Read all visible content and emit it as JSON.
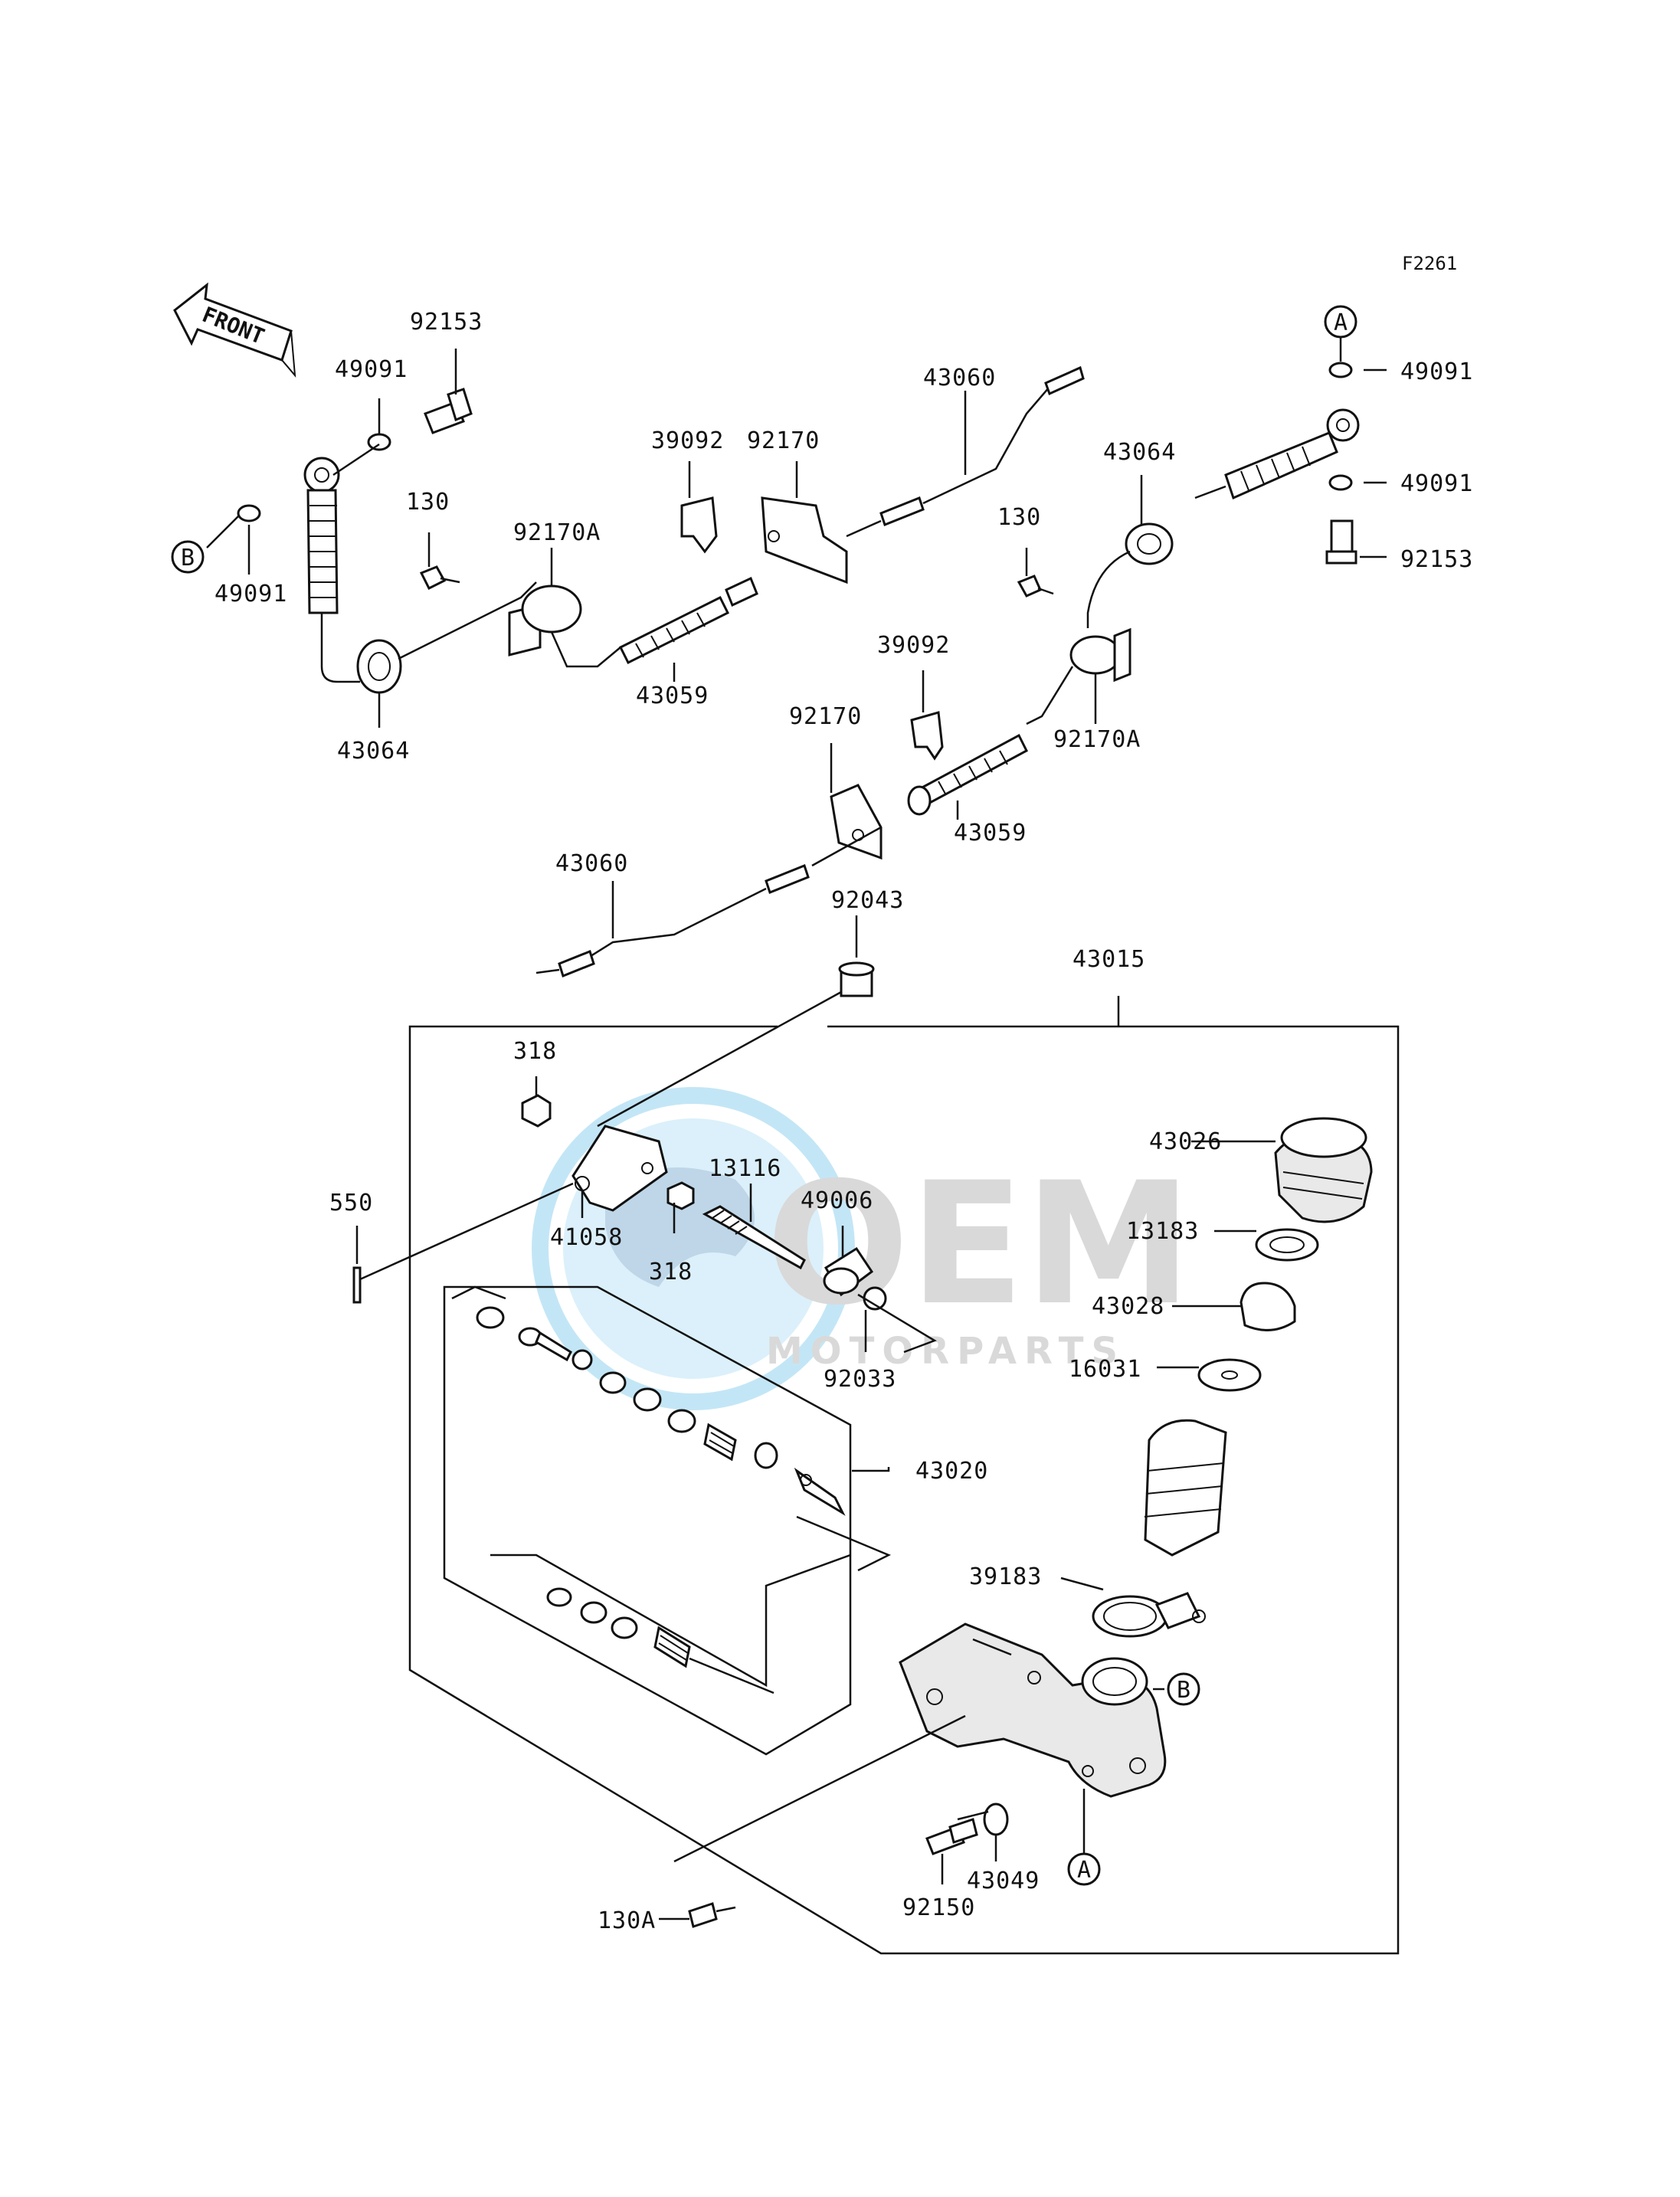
{
  "diagram": {
    "code": "F2261",
    "front_label": "FRONT",
    "markers": {
      "a": "A",
      "b": "B"
    },
    "watermark": {
      "brand": "OEM",
      "sub": "MOTORPARTS"
    }
  },
  "labels": [
    {
      "id": "92153-top-left",
      "text": "92153"
    },
    {
      "id": "49091-top-left",
      "text": "49091"
    },
    {
      "id": "49091-left",
      "text": "49091"
    },
    {
      "id": "130-left",
      "text": "130"
    },
    {
      "id": "92170a-left",
      "text": "92170A"
    },
    {
      "id": "43064-left",
      "text": "43064"
    },
    {
      "id": "43059-top",
      "text": "43059"
    },
    {
      "id": "39092-top",
      "text": "39092"
    },
    {
      "id": "92170-top",
      "text": "92170"
    },
    {
      "id": "43060-top",
      "text": "43060"
    },
    {
      "id": "43064-right",
      "text": "43064"
    },
    {
      "id": "130-right",
      "text": "130"
    },
    {
      "id": "49091-right-top",
      "text": "49091"
    },
    {
      "id": "49091-right-mid",
      "text": "49091"
    },
    {
      "id": "92153-right",
      "text": "92153"
    },
    {
      "id": "39092-mid",
      "text": "39092"
    },
    {
      "id": "92170-mid",
      "text": "92170"
    },
    {
      "id": "92170a-right",
      "text": "92170A"
    },
    {
      "id": "43059-mid",
      "text": "43059"
    },
    {
      "id": "43060-mid",
      "text": "43060"
    },
    {
      "id": "92043",
      "text": "92043"
    },
    {
      "id": "43015",
      "text": "43015"
    },
    {
      "id": "318-top",
      "text": "318"
    },
    {
      "id": "550",
      "text": "550"
    },
    {
      "id": "41058",
      "text": "41058"
    },
    {
      "id": "318-bottom",
      "text": "318"
    },
    {
      "id": "13116",
      "text": "13116"
    },
    {
      "id": "49006",
      "text": "49006"
    },
    {
      "id": "92033",
      "text": "92033"
    },
    {
      "id": "43026",
      "text": "43026"
    },
    {
      "id": "13183",
      "text": "13183"
    },
    {
      "id": "43028",
      "text": "43028"
    },
    {
      "id": "16031",
      "text": "16031"
    },
    {
      "id": "43020",
      "text": "43020"
    },
    {
      "id": "39183",
      "text": "39183"
    },
    {
      "id": "43049",
      "text": "43049"
    },
    {
      "id": "92150",
      "text": "92150"
    },
    {
      "id": "130a",
      "text": "130A"
    }
  ]
}
